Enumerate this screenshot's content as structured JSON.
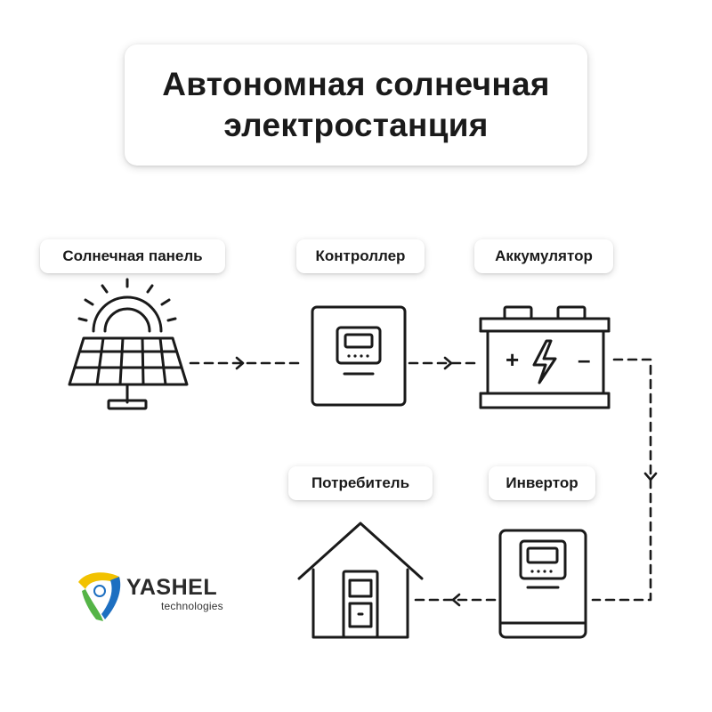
{
  "title": {
    "line1": "Автономная солнечная",
    "line2": "электростанция"
  },
  "nodes": {
    "solar_panel": {
      "label": "Солнечная панель",
      "icon": "solar-panel-icon"
    },
    "controller": {
      "label": "Контроллер",
      "icon": "controller-icon"
    },
    "battery": {
      "label": "Аккумулятор",
      "icon": "battery-icon"
    },
    "inverter": {
      "label": "Инвертор",
      "icon": "inverter-icon"
    },
    "consumer": {
      "label": "Потребитель",
      "icon": "house-icon"
    }
  },
  "connections": [
    {
      "from": "solar_panel",
      "to": "controller"
    },
    {
      "from": "controller",
      "to": "battery"
    },
    {
      "from": "battery",
      "to": "inverter"
    },
    {
      "from": "inverter",
      "to": "consumer"
    }
  ],
  "battery_terminals": {
    "plus": "+",
    "minus": "–"
  },
  "logo": {
    "name": "YASHEL",
    "tagline": "technologies"
  },
  "colors": {
    "stroke": "#1a1a1a",
    "logo_yellow": "#f2c200",
    "logo_green": "#55b447",
    "logo_blue": "#1d6fc1"
  }
}
